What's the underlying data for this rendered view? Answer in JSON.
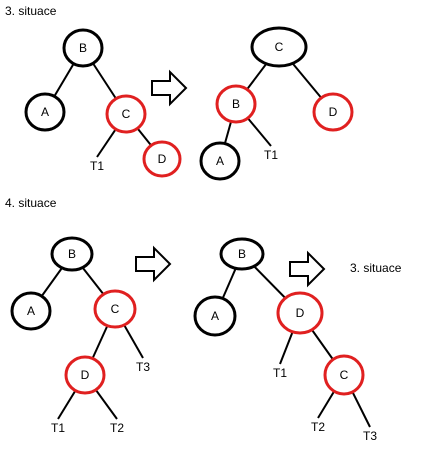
{
  "colors": {
    "black": "#000000",
    "red": "#e02020"
  },
  "sections": [
    {
      "heading": "3. situace"
    },
    {
      "heading": "4. situace"
    }
  ],
  "arrow_caption": "3. situace",
  "nodes": [
    {
      "id": "s3a-B",
      "label": "B",
      "color": "black"
    },
    {
      "id": "s3a-A",
      "label": "A",
      "color": "black"
    },
    {
      "id": "s3a-C",
      "label": "C",
      "color": "red"
    },
    {
      "id": "s3a-D",
      "label": "D",
      "color": "red"
    },
    {
      "id": "s3b-C",
      "label": "C",
      "color": "black"
    },
    {
      "id": "s3b-B",
      "label": "B",
      "color": "red"
    },
    {
      "id": "s3b-D",
      "label": "D",
      "color": "red"
    },
    {
      "id": "s3b-A",
      "label": "A",
      "color": "black"
    },
    {
      "id": "s4a-B",
      "label": "B",
      "color": "black"
    },
    {
      "id": "s4a-A",
      "label": "A",
      "color": "black"
    },
    {
      "id": "s4a-C",
      "label": "C",
      "color": "red"
    },
    {
      "id": "s4a-D",
      "label": "D",
      "color": "red"
    },
    {
      "id": "s4b-B",
      "label": "B",
      "color": "black"
    },
    {
      "id": "s4b-A",
      "label": "A",
      "color": "black"
    },
    {
      "id": "s4b-D",
      "label": "D",
      "color": "red"
    },
    {
      "id": "s4b-C",
      "label": "C",
      "color": "red"
    }
  ],
  "subtree_labels": [
    {
      "id": "s3a-T1",
      "label": "T1"
    },
    {
      "id": "s3b-T1",
      "label": "T1"
    },
    {
      "id": "s4a-T3",
      "label": "T3"
    },
    {
      "id": "s4a-T1",
      "label": "T1"
    },
    {
      "id": "s4a-T2",
      "label": "T2"
    },
    {
      "id": "s4b-T1",
      "label": "T1"
    },
    {
      "id": "s4b-T2",
      "label": "T2"
    },
    {
      "id": "s4b-T3",
      "label": "T3"
    }
  ],
  "edges": [
    [
      "s3a-B",
      "s3a-A"
    ],
    [
      "s3a-B",
      "s3a-C"
    ],
    [
      "s3a-C",
      "s3a-T1"
    ],
    [
      "s3a-C",
      "s3a-D"
    ],
    [
      "s3b-C",
      "s3b-B"
    ],
    [
      "s3b-C",
      "s3b-D"
    ],
    [
      "s3b-B",
      "s3b-A"
    ],
    [
      "s3b-B",
      "s3b-T1"
    ],
    [
      "s4a-B",
      "s4a-A"
    ],
    [
      "s4a-B",
      "s4a-C"
    ],
    [
      "s4a-C",
      "s4a-D"
    ],
    [
      "s4a-C",
      "s4a-T3"
    ],
    [
      "s4a-D",
      "s4a-T1"
    ],
    [
      "s4a-D",
      "s4a-T2"
    ],
    [
      "s4b-B",
      "s4b-A"
    ],
    [
      "s4b-B",
      "s4b-D"
    ],
    [
      "s4b-D",
      "s4b-T1"
    ],
    [
      "s4b-D",
      "s4b-C"
    ],
    [
      "s4b-C",
      "s4b-T2"
    ],
    [
      "s4b-C",
      "s4b-T3"
    ]
  ]
}
